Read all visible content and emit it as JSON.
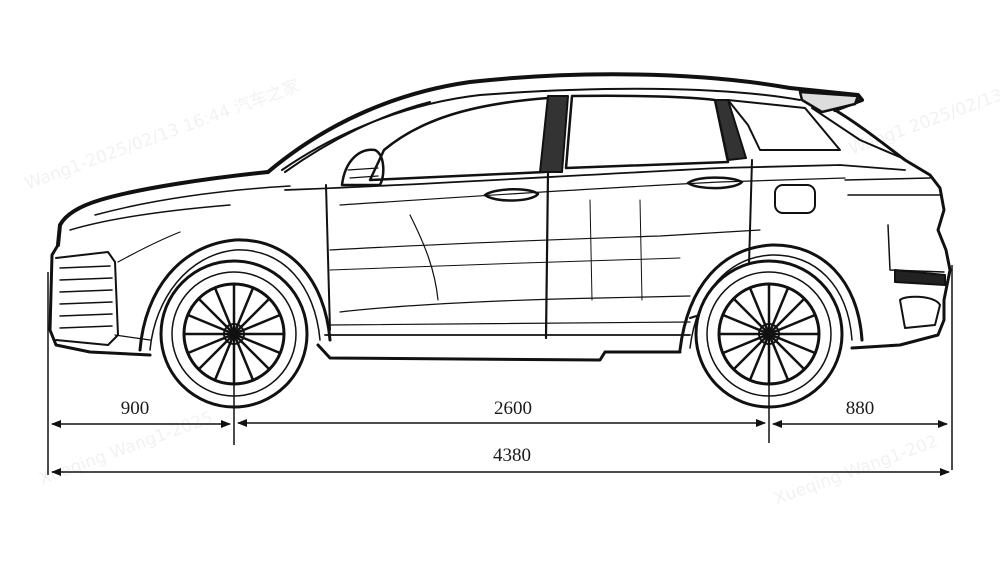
{
  "drawing": {
    "title": "Vehicle side elevation dimension drawing",
    "view": "side-profile",
    "line_color": "#111111",
    "background": "#ffffff",
    "units": "mm"
  },
  "dimensions": {
    "front_overhang": {
      "label": "900",
      "value": 900
    },
    "wheelbase": {
      "label": "2600",
      "value": 2600
    },
    "rear_overhang": {
      "label": "880",
      "value": 880
    },
    "overall_length": {
      "label": "4380",
      "value": 4380
    }
  },
  "watermarks": [
    {
      "text": "Wang1-2025/02/13  16:44  汽车之家"
    },
    {
      "text": "Xueqing Wang1-2025"
    },
    {
      "text": "Xueqing Wang1-202"
    },
    {
      "text": "Wang1  2025/02/13  1"
    }
  ]
}
